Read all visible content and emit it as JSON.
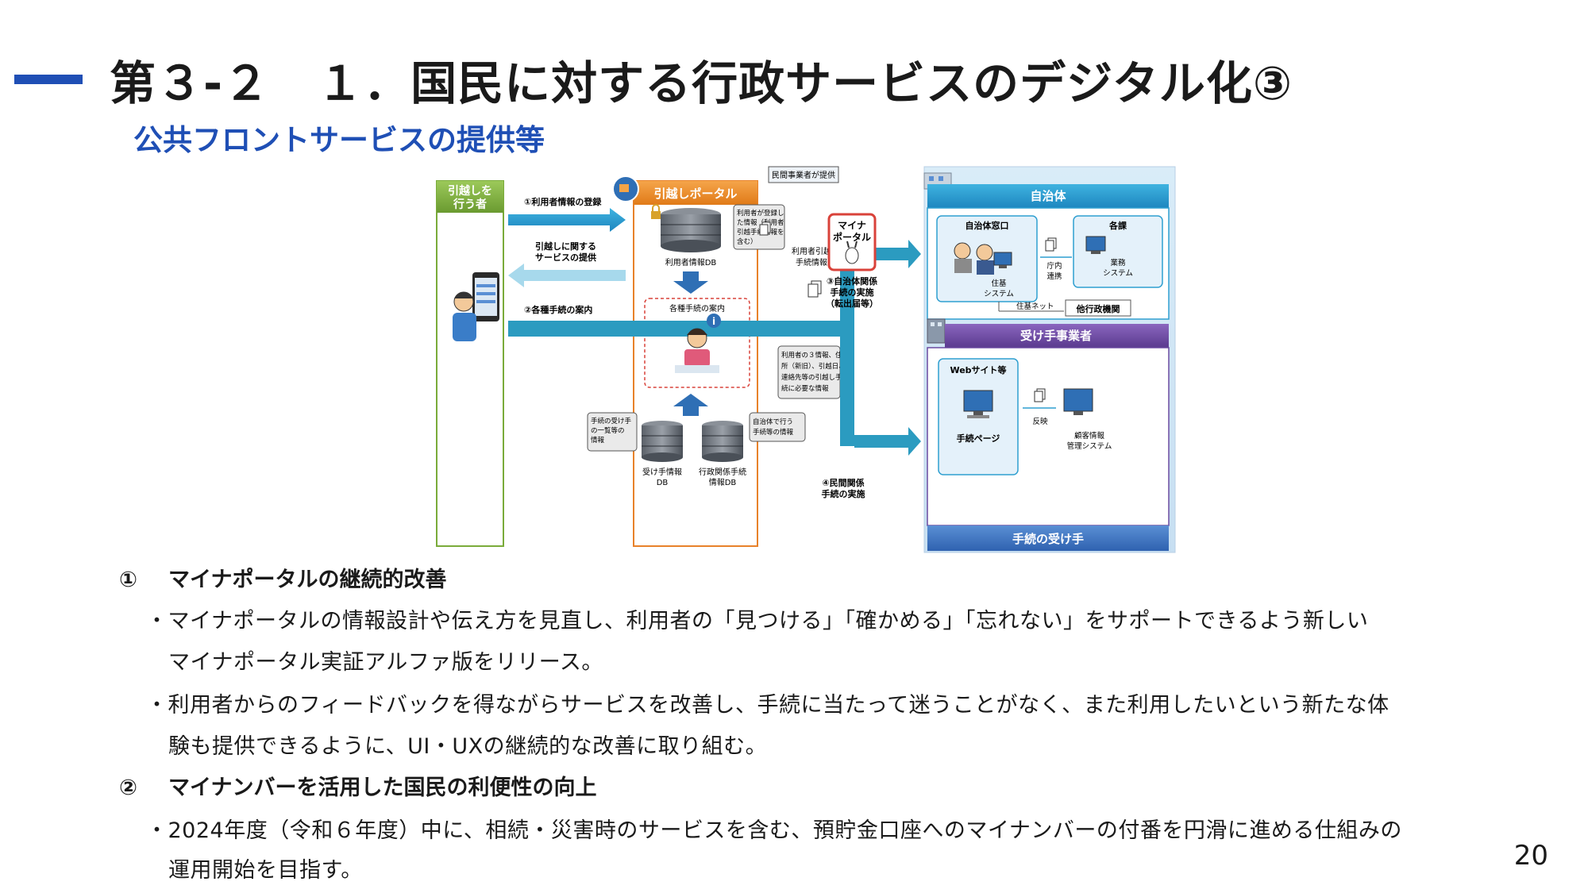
{
  "header": {
    "title": "第３-２　１．国民に対する行政サービスのデジタル化③",
    "subtitle": "公共フロントサービスの提供等"
  },
  "diagram": {
    "mover_title_1": "引越しを",
    "mover_title_2": "行う者",
    "portal_title": "引越しポータル",
    "private_provider_tag": "民間事業者が提供",
    "arrow1_label": "①利用者情報の登録",
    "arrow2_label_1": "引越しに関する",
    "arrow2_label_2": "サービスの提供",
    "arrow3_label": "②各種手続の案内",
    "db_user_label": "利用者情報DB",
    "callout_user_1": "利用者が登録し",
    "callout_user_2": "た情報（利用者",
    "callout_user_3": "引越手続情報を",
    "callout_user_4": "含む）",
    "guidance_label": "各種手続の案内",
    "db_receiver_label_1": "受け手情報",
    "db_receiver_label_2": "DB",
    "db_admin_label_1": "行政関係手続",
    "db_admin_label_2": "情報DB",
    "callout_receiver_1": "手続の受け手",
    "callout_receiver_2": "の一覧等の",
    "callout_receiver_3": "情報",
    "callout_admin_1": "自治体で行う",
    "callout_admin_2": "手続等の情報",
    "user_move_info_1": "利用者引越",
    "user_move_info_2": "手続情報",
    "callout_three_1": "利用者の３情報、住",
    "callout_three_2": "所（新旧）、引越日、",
    "callout_three_3": "連絡先等の引越し手",
    "callout_three_4": "続に必要な情報",
    "mynaportal_1": "マイナ",
    "mynaportal_2": "ポータル",
    "step3_1": "③自治体関係",
    "step3_2": "手続の実施",
    "step3_3": "（転出届等）",
    "step4_1": "④民間関係",
    "step4_2": "手続の実施",
    "municipality_title": "自治体",
    "counter_label": "自治体窓口",
    "dept_label": "各課",
    "office_link_1": "庁内",
    "office_link_2": "連携",
    "business_system_1": "業務",
    "business_system_2": "システム",
    "resident_system_1": "住基",
    "resident_system_2": "システム",
    "resident_net": "住基ネット",
    "other_agency": "他行政機関",
    "receiver_biz_title": "受け手事業者",
    "website_label": "Webサイト等",
    "proc_page_label": "手続ページ",
    "reflect_label": "反映",
    "crm_1": "顧客情報",
    "crm_2": "管理システム",
    "receivers_footer": "手続の受け手"
  },
  "sections": [
    {
      "num": "①",
      "heading": "マイナポータルの継続的改善",
      "bullets": [
        {
          "line1": "・マイナポータルの情報設計や伝え方を見直し、利用者の「見つける」「確かめる」「忘れない」をサポートできるよう新しい",
          "line2": "マイナポータル実証アルファ版をリリース。"
        },
        {
          "line1": "・利用者からのフィードバックを得ながらサービスを改善し、手続に当たって迷うことがなく、また利用したいという新たな体",
          "line2": "験も提供できるように、UI・UXの継続的な改善に取り組む。"
        }
      ]
    },
    {
      "num": "②",
      "heading": "マイナンバーを活用した国民の利便性の向上",
      "bullets": [
        {
          "line1": "・2024年度（令和６年度）中に、相続・災害時のサービスを含む、預貯金口座へのマイナンバーの付番を円滑に進める仕組みの",
          "line2": "運用開始を目指す。"
        }
      ]
    }
  ],
  "page_number": "20",
  "colors": {
    "accent_blue": "#1f4fb5",
    "mover_green": "#7aab3a",
    "portal_orange": "#e8822a",
    "arrow_teal": "#2b9bc0",
    "municipality_blue": "#2f9fd0",
    "receiver_purple": "#6b4aa0"
  }
}
